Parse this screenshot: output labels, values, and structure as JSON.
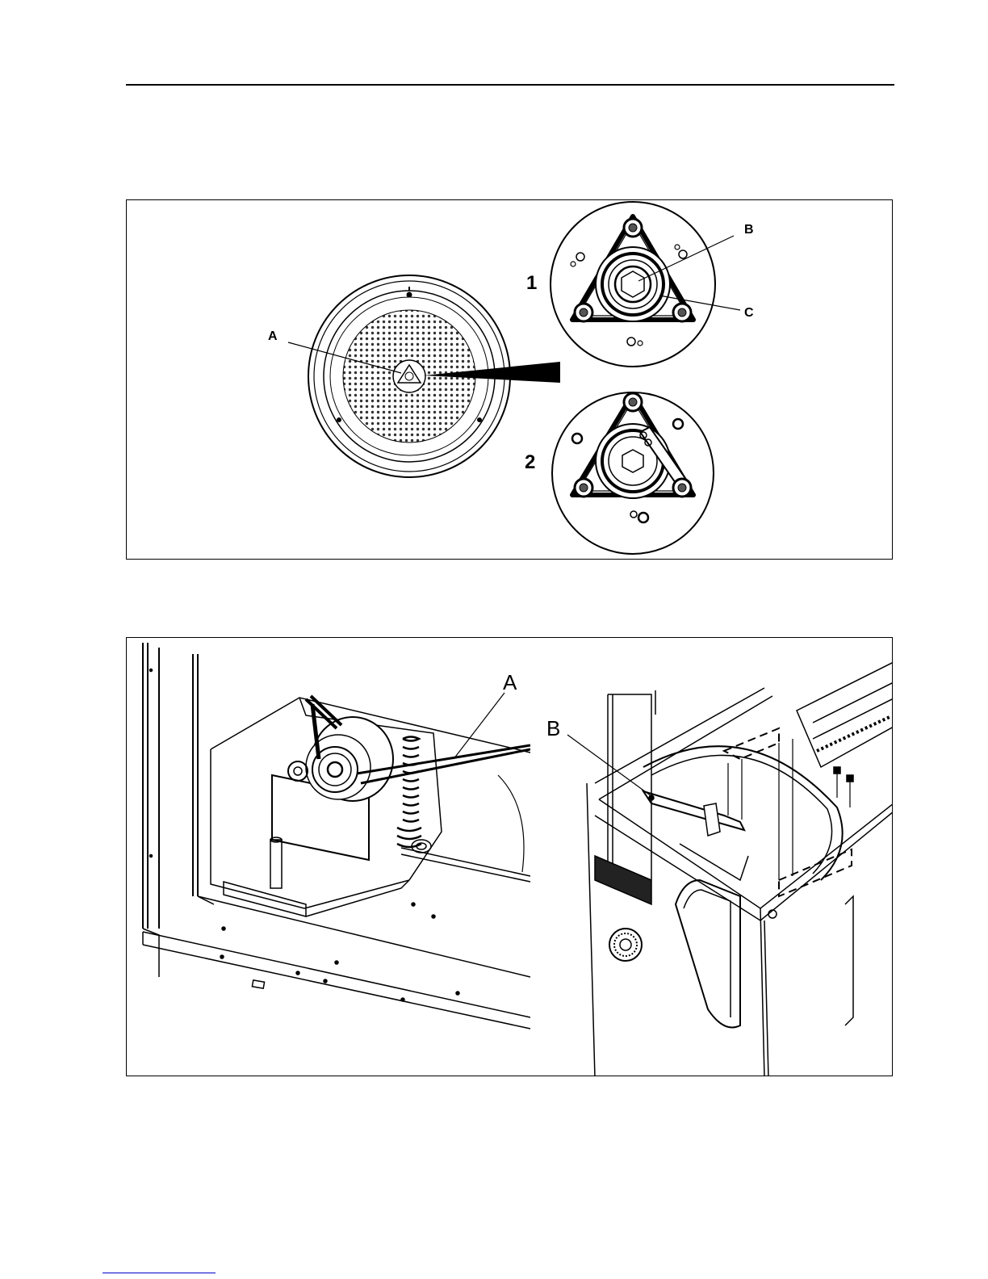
{
  "figure_1": {
    "callouts": {
      "a": "A",
      "b": "B",
      "c": "C",
      "view_1": "1",
      "view_2": "2"
    }
  },
  "figure_2": {
    "callouts": {
      "a": "A",
      "b": "B"
    }
  }
}
